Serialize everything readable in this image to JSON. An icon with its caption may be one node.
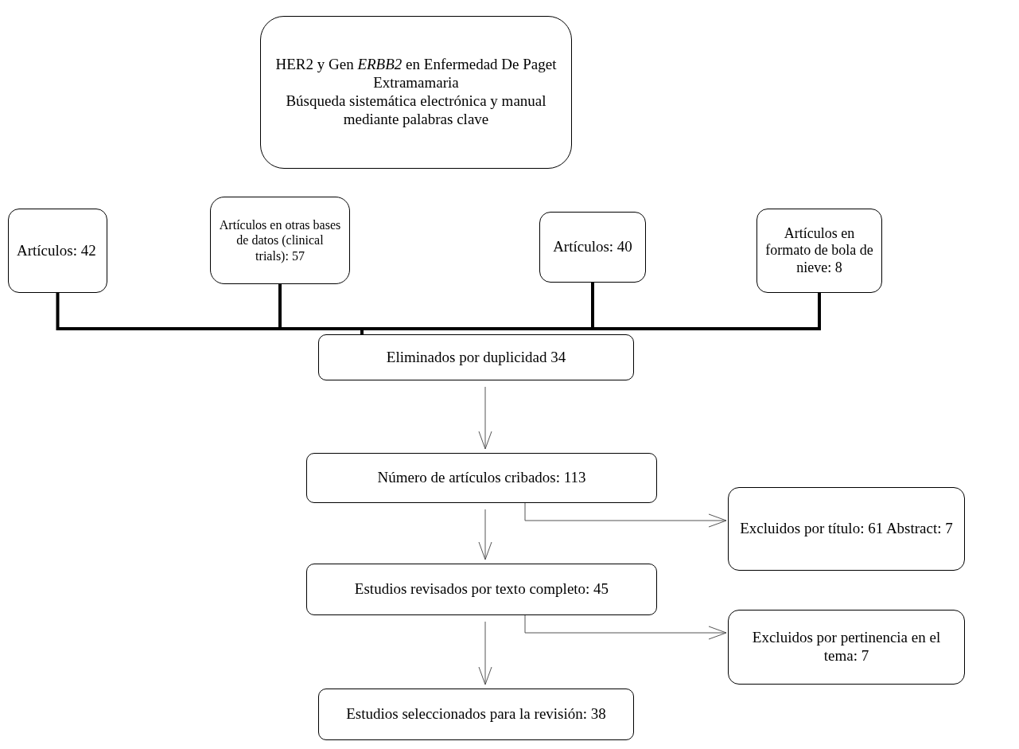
{
  "diagram": {
    "nodes": [
      {
        "text": [
          "HER2 y Gen *ERBB2* en Enfermedad De Paget Extramamaria",
          "Búsqueda sistemática electrónica y manual mediante palabras clave"
        ]
      },
      {
        "text": [
          "Artículos: 42"
        ]
      },
      {
        "text": [
          "Artículos en otras bases de datos (clinical trials): 57"
        ]
      },
      {
        "text": [
          "Artículos: 40"
        ]
      },
      {
        "text": [
          "Artículos en formato de bola de nieve: 8"
        ]
      },
      {
        "text": [
          "Eliminados por duplicidad 34"
        ]
      },
      {
        "text": [
          "Número de artículos cribados: 113"
        ]
      },
      {
        "text": [
          "Excluidos por título: 61 Abstract: 7"
        ]
      },
      {
        "text": [
          "Estudios revisados por texto completo: 45"
        ]
      },
      {
        "text": [
          "Excluidos por pertinencia en el tema: 7"
        ]
      },
      {
        "text": [
          "Estudios seleccionados para la revisión: 38"
        ]
      }
    ],
    "edges": [
      {
        "from": 1,
        "to": 5,
        "arrow": "none",
        "style": "thick"
      },
      {
        "from": 2,
        "to": 5,
        "arrow": "none",
        "style": "thick"
      },
      {
        "from": 3,
        "to": 5,
        "arrow": "none",
        "style": "thick"
      },
      {
        "from": 4,
        "to": 5,
        "arrow": "none",
        "style": "thick"
      },
      {
        "from": 5,
        "to": 6,
        "arrow": "to"
      },
      {
        "from": 6,
        "to": 7,
        "arrow": "to"
      },
      {
        "from": 6,
        "to": 8,
        "arrow": "to"
      },
      {
        "from": 8,
        "to": 9,
        "arrow": "to"
      },
      {
        "from": 8,
        "to": 10,
        "arrow": "to"
      }
    ]
  }
}
